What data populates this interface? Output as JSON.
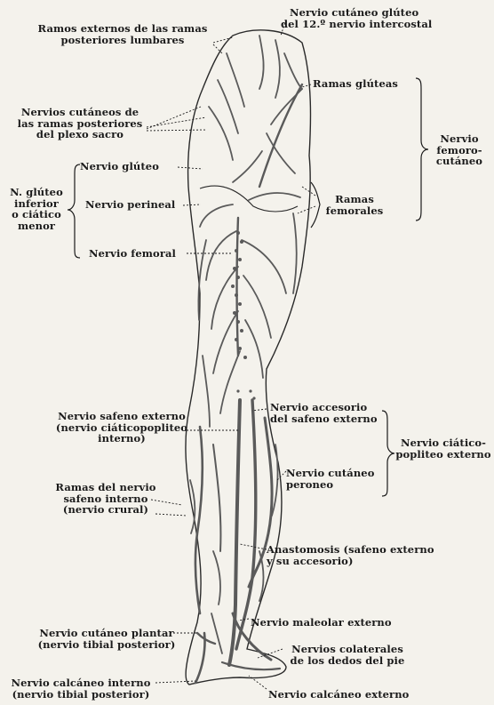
{
  "labels": {
    "ramos_externos": [
      "Ramos externos de las ramas",
      "posteriores lumbares"
    ],
    "nervio_cutaneo_gluteo": [
      "Nervio cutáneo glúteo",
      "del 12.º nervio intercostal"
    ],
    "ramas_gluteas": "Ramas glúteas",
    "nervio_femorocutaneo": [
      "Nervio",
      "femoro-",
      "cutáneo"
    ],
    "nervios_cutaneos_sacro": [
      "Nervios cutáneos de",
      "las ramas posteriores",
      "del plexo sacro"
    ],
    "nervio_gluteo": "Nervio glúteo",
    "n_gluteo_inferior": [
      "N. glúteo",
      "inferior",
      "o ciático",
      "menor"
    ],
    "nervio_perineal": "Nervio perineal",
    "ramas_femorales": [
      "Ramas",
      "femorales"
    ],
    "nervio_femoral": "Nervio femoral",
    "nervio_safeno_externo": [
      "Nervio safeno externo",
      "(nervio ciáticopopliteo",
      "interno)"
    ],
    "nervio_accesorio": [
      "Nervio accesorio",
      "del safeno externo"
    ],
    "nervio_ciatico_popliteo_externo": [
      "Nervio ciático-",
      "popliteo externo"
    ],
    "ramas_safeno_interno": [
      "Ramas del nervio",
      "safeno interno",
      "(nervio crural)"
    ],
    "nervio_cutaneo_peroneo": [
      "Nervio cutáneo",
      "peroneo"
    ],
    "anastomosis": [
      "Anastomosis (safeno externo",
      "y su accesorio)"
    ],
    "nervio_maleolar": "Nervio maleolar externo",
    "nervio_cutaneo_plantar": [
      "Nervio cutáneo plantar",
      "(nervio tibial posterior)"
    ],
    "nervios_colaterales": [
      "Nervios colaterales",
      "de los dedos del pie"
    ],
    "nervio_calcaneo_interno": [
      "Nervio calcáneo interno",
      "(nervio tibial posterior)"
    ],
    "nervio_calcaneo_externo": "Nervio calcáneo externo"
  },
  "colors": {
    "ink": "#1b1b1b",
    "nerve": "#5a5a5a",
    "paper": "#f4f2ec"
  }
}
